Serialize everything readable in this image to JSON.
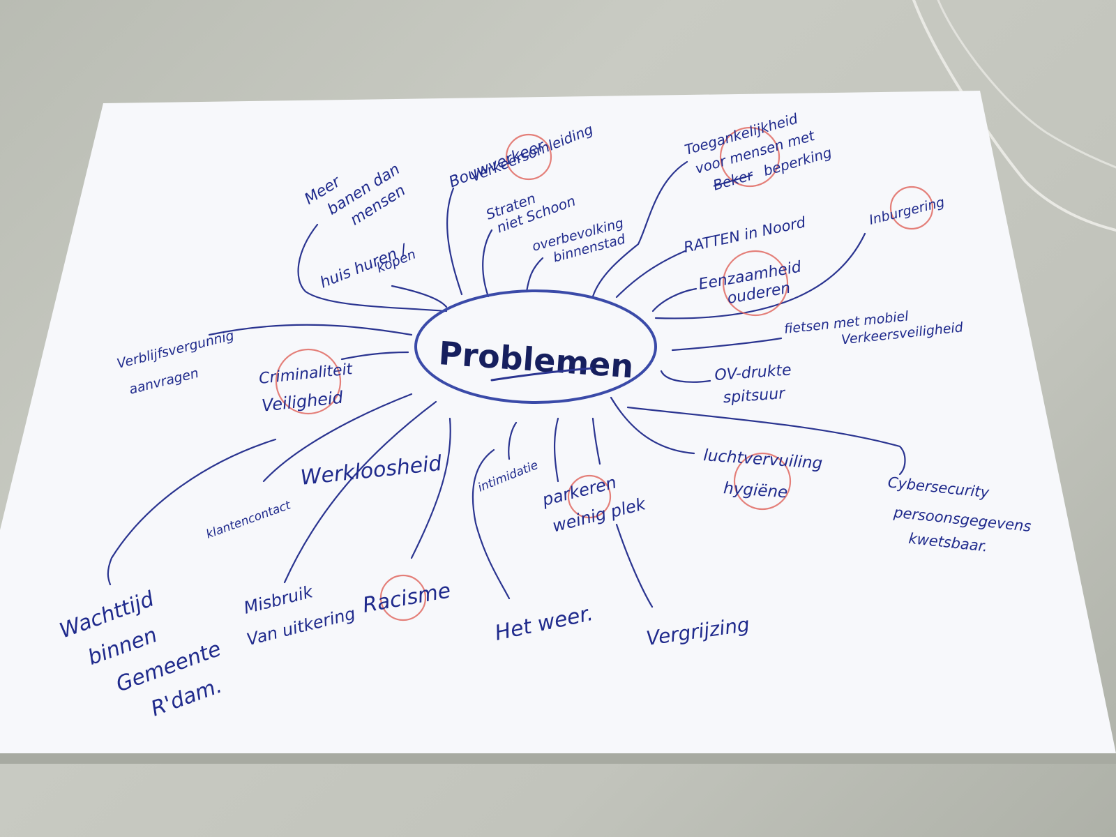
{
  "center": {
    "label": "Problemen"
  },
  "nodes": {
    "meer_banen": [
      "Meer",
      "banen dan",
      "mensen"
    ],
    "huis_huren": [
      "huis huren /",
      "kopen"
    ],
    "bouwverkeer": [
      "Bouwverkeer",
      "Verkeersomleiding"
    ],
    "straten": [
      "Straten",
      "niet Schoon"
    ],
    "overbevolking": [
      "overbevolking",
      "binnenstad"
    ],
    "toegankelijkheid": [
      "Toegankelijkheid",
      "voor mensen met",
      "beperking"
    ],
    "toegankelijkheid_strike": "Beker",
    "ratten": "RATTEN in Noord",
    "inburgering": "Inburgering",
    "eenzaamheid": [
      "Eenzaamheid",
      "ouderen"
    ],
    "fietsen": [
      "fietsen met mobiel",
      "Verkeersveiligheid"
    ],
    "ov_drukte": [
      "OV-drukte",
      "spitsuur"
    ],
    "luchtvervuiling": [
      "luchtvervuiling",
      "hygiëne"
    ],
    "cybersecurity": [
      "Cybersecurity",
      "persoonsgegevens",
      "kwetsbaar."
    ],
    "vergrijzing": "Vergrijzing",
    "parkeren": [
      "parkeren",
      "weinig plek"
    ],
    "intimidatie": "intimidatie",
    "het_weer": "Het weer.",
    "racisme": "Racisme",
    "misbruik": [
      "Misbruik",
      "Van uitkering"
    ],
    "werkloosheid": "Werkloosheid",
    "klantencontact": "klantencontact",
    "wachttijd": [
      "Wachttijd",
      "binnen",
      "Gemeente",
      "R'dam."
    ],
    "criminaliteit": [
      "Criminaliteit",
      "Veiligheid"
    ],
    "verblijfsvergunning": [
      "Verblijfsvergunnig",
      "aanvragen"
    ]
  },
  "colors": {
    "ink": "#1f2a8c",
    "highlight": "#e06a62",
    "paper": "#f7f8fb",
    "table": "#c2c4bc"
  }
}
